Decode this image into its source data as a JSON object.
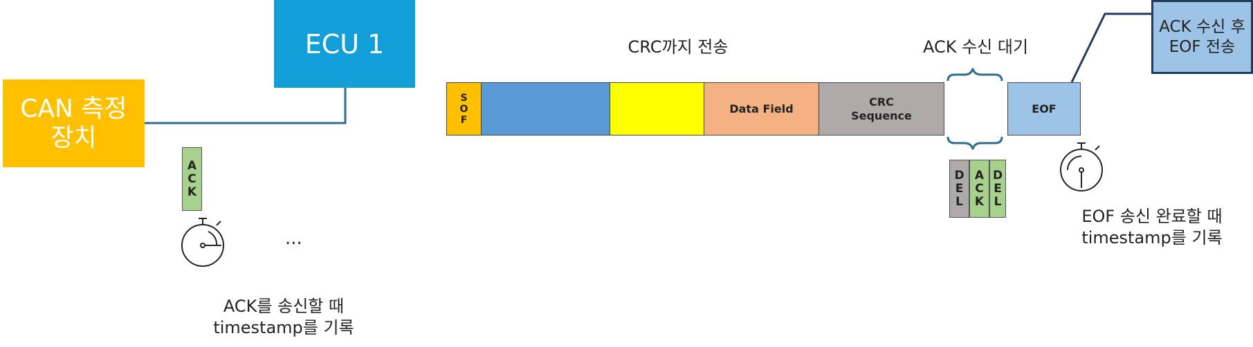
{
  "can_device": {
    "label_line1": "CAN 측정",
    "label_line2": "장치"
  },
  "ecu": {
    "label": "ECU 1"
  },
  "left": {
    "ack_letters": [
      "A",
      "C",
      "K"
    ],
    "ellipsis": "...",
    "caption_line1": "ACK를 송신할 때",
    "caption_line2": "timestamp를 기록"
  },
  "frame": {
    "title": "CRC까지 전송",
    "sof_letters": [
      "S",
      "O",
      "F"
    ],
    "data_field": "Data Field",
    "crc_line1": "CRC",
    "crc_line2": "Sequence",
    "eof": "EOF"
  },
  "ack_wait": {
    "title": "ACK 수신 대기",
    "del1_letters": [
      "D",
      "E",
      "L"
    ],
    "ack_letters": [
      "A",
      "C",
      "K"
    ],
    "del2_letters": [
      "D",
      "E",
      "L"
    ]
  },
  "callout": {
    "line1": "ACK 수신 후",
    "line2": "EOF 전송"
  },
  "right": {
    "caption_line1": "EOF 송신 완료할 때",
    "caption_line2": "timestamp를 기록"
  },
  "colors": {
    "can_device": "#ffc000",
    "ecu": "#129fd7",
    "connector": "#2e6e88",
    "sof": "#ffc000",
    "blue_field": "#5b9bd5",
    "yellow_field": "#ffff00",
    "data_field": "#f4b183",
    "crc": "#aeaaaa",
    "eof": "#9dc3e6",
    "ack": "#a9d18e",
    "del": "#aeaaaa",
    "callout": "#9dc3e6",
    "callout_border": "#1f3a5a"
  },
  "icons": [
    "stopwatch-icon",
    "brace-icon"
  ]
}
